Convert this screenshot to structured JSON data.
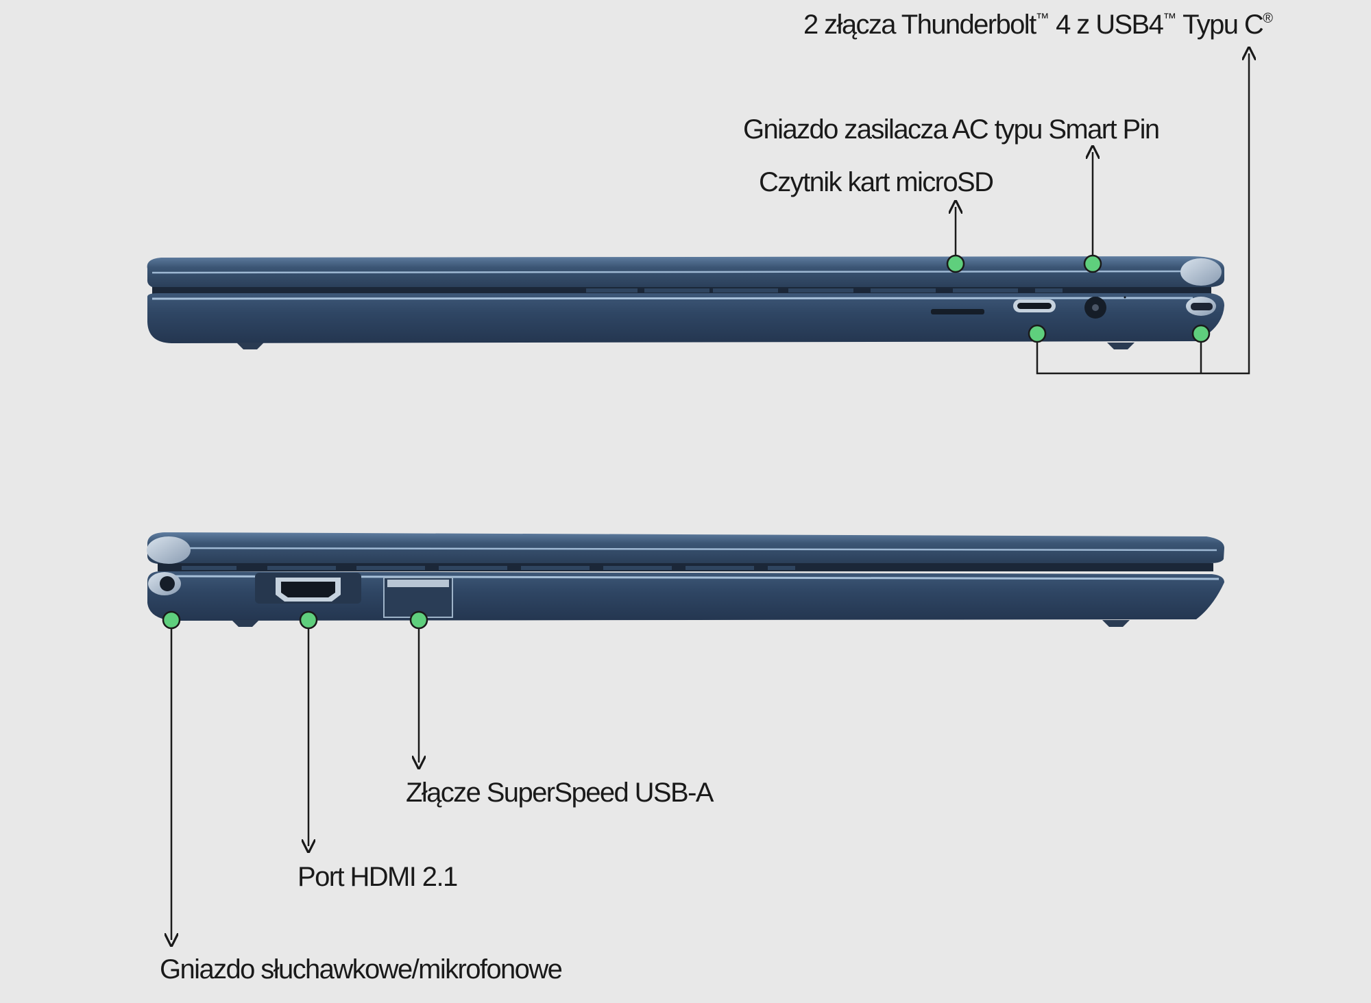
{
  "labels": {
    "thunderbolt": {
      "text": "2 złącza Thunderbolt",
      "tm1": "™",
      "mid": " 4 z USB4",
      "tm2": "™",
      "end": " Typu C",
      "reg": "®"
    },
    "ac_jack": "Gniazdo zasilacza AC typu Smart Pin",
    "microsd": "Czytnik kart microSD",
    "usb_a": "Złącze SuperSpeed USB-A",
    "hdmi": "Port HDMI 2.1",
    "audio": "Gniazdo słuchawkowe/mikrofonowe"
  },
  "colors": {
    "background": "#e8e8e8",
    "laptop_body": "#2e4560",
    "laptop_edge": "#8aa6c2",
    "marker": "#5fcf7d",
    "line": "#1a1a1a"
  }
}
